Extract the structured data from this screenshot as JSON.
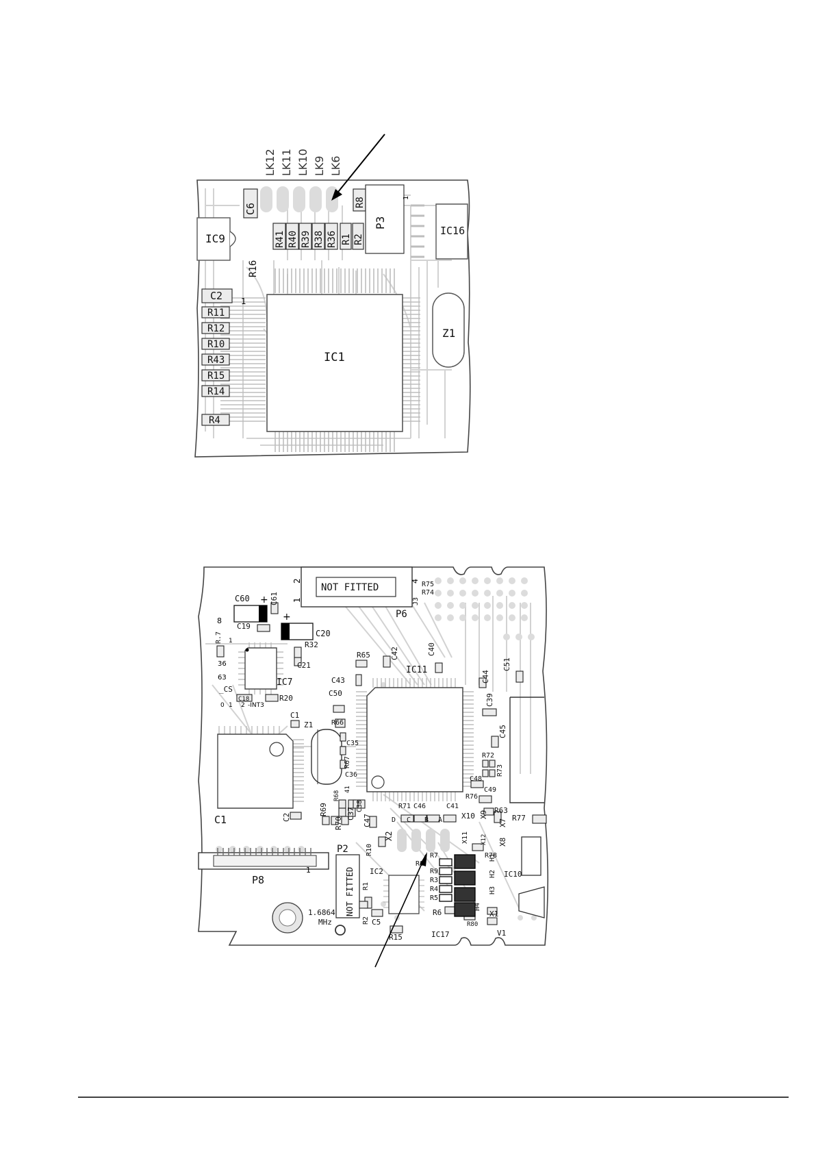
{
  "top_board": {
    "link_labels": [
      "LK12",
      "LK11",
      "LK10",
      "LK9",
      "LK6"
    ],
    "components": [
      "C6",
      "R8",
      "P3",
      "IC9",
      "R41",
      "R40",
      "R39",
      "R38",
      "R36",
      "R1",
      "R2",
      "IC16",
      "R16",
      "C2",
      "R11",
      "R12",
      "R10",
      "R43",
      "R15",
      "R14",
      "Z1",
      "IC1",
      "R4"
    ],
    "pin_marks": [
      "1",
      "1"
    ]
  },
  "bottom_board": {
    "components": [
      "C60",
      "C61",
      "C19",
      "C20",
      "R32",
      "C21",
      "R.7",
      "IC7",
      "C18",
      "R20",
      "C1",
      "Z1",
      "R66",
      "C35",
      "R67",
      "C36",
      "R65",
      "C42",
      "C40",
      "C51",
      "C43",
      "IC11",
      "C44",
      "C50",
      "C39",
      "C45",
      "R72",
      "R73",
      "C48",
      "C49",
      "R76",
      "R63",
      "R77",
      "X7",
      "X8",
      "X9",
      "X10",
      "R71",
      "C46",
      "C41",
      "C47",
      "X2",
      "R10",
      "C2",
      "C37",
      "C38",
      "R68",
      "R69",
      "R70",
      "X11",
      "X12",
      "R78",
      "IC10",
      "P2",
      "IC2",
      "R8",
      "R7",
      "R9",
      "R3",
      "R4",
      "R5",
      "R6",
      "R80",
      "R1",
      "R2",
      "C5",
      "R15",
      "IC17",
      "X1",
      "V1",
      "H1",
      "H2",
      "H3",
      "H4",
      "C1",
      "P8",
      "P6",
      "R75",
      "R74",
      "J3",
      "41"
    ],
    "connector_text": "NOT FITTED",
    "p2_text": "NOT FITTED",
    "crystal_label_1": "1.6864",
    "crystal_label_2": "MHz",
    "pin_numbers": [
      "2",
      "1",
      "4",
      "8",
      "1",
      "36",
      "63",
      "1"
    ],
    "cs_label": "_CS",
    "cs_options": [
      "0",
      "1",
      "2",
      "-INT3"
    ],
    "abcd": [
      "D",
      "C",
      "B",
      "A"
    ]
  }
}
